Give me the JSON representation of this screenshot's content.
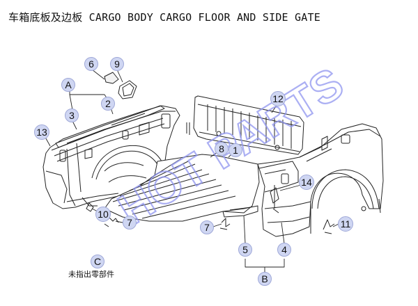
{
  "title": "车箱底板及边板 CARGO BODY CARGO FLOOR AND SIDE GATE",
  "note": "未指出零部件",
  "watermark": "HOT PARTS",
  "colors": {
    "callout_fill": "#cfd6f2",
    "watermark": "#8f95ef",
    "line": "#222222"
  },
  "callouts": {
    "A": "A",
    "B": "B",
    "C": "C",
    "c1": "1",
    "c2": "2",
    "c3": "3",
    "c4": "4",
    "c5": "5",
    "c6": "6",
    "c7a": "7",
    "c7b": "7",
    "c8": "8",
    "c9": "9",
    "c10": "10",
    "c11": "11",
    "c12": "12",
    "c13": "13",
    "c14": "14"
  }
}
